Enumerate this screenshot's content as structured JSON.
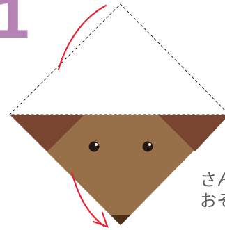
{
  "step": {
    "number": "1"
  },
  "instruction": {
    "line1": "さん",
    "line2": "おそ"
  },
  "colors": {
    "step_number": "#b583b6",
    "face": "#97704a",
    "ear": "#794530",
    "nose": "#4d3018",
    "eye": "#231815",
    "eye_highlight": "#ffffff",
    "fold_arrow": "#e8202f",
    "fold_line": "#231815",
    "text": "#595757"
  },
  "icons": {
    "arrow": "curved-fold-arrow",
    "fold_guide": "dashed-diamond-outline"
  }
}
